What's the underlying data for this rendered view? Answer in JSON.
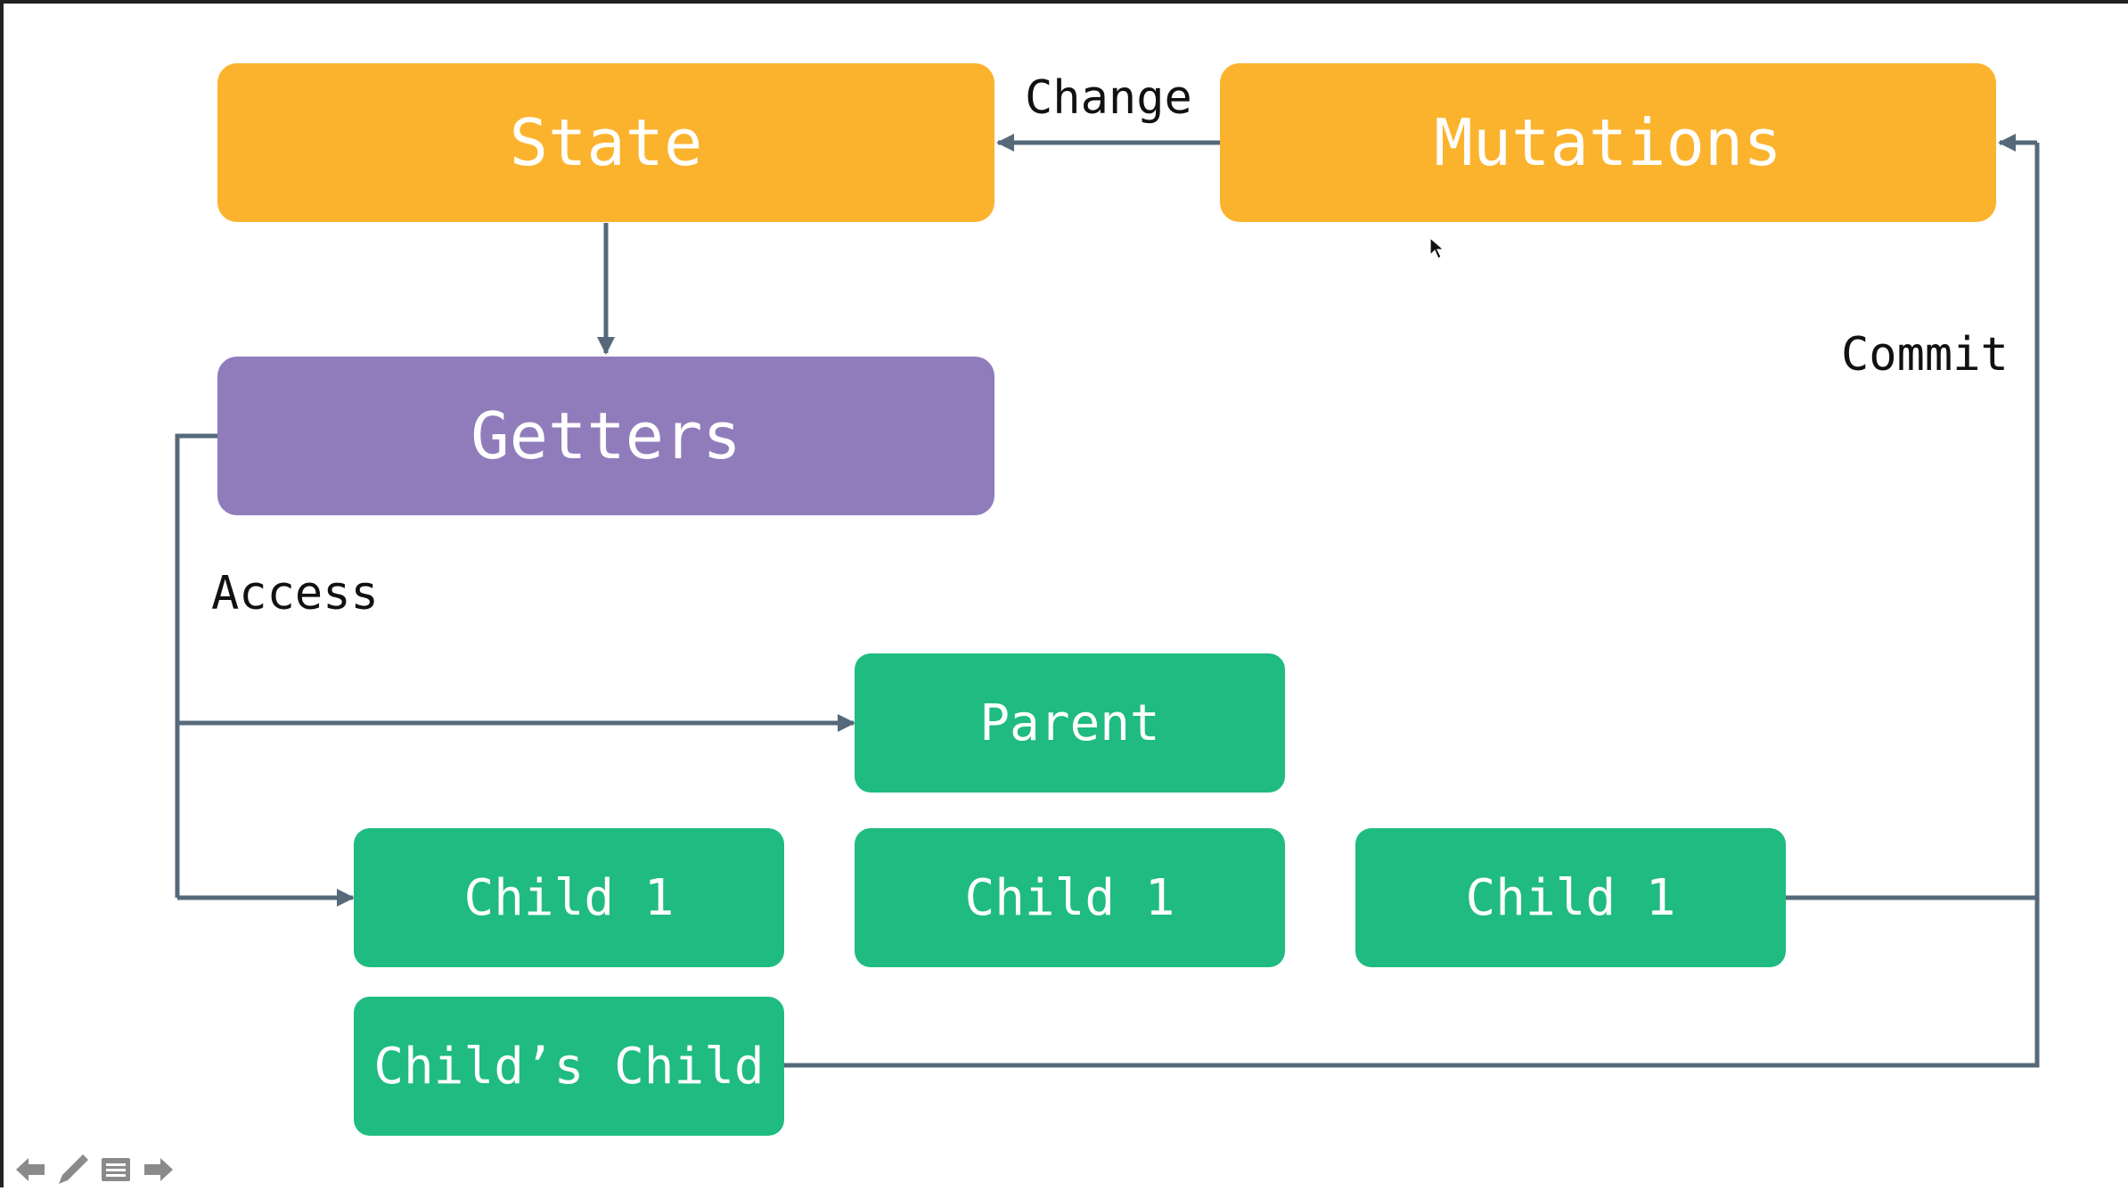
{
  "colors": {
    "store": "#fbb32e",
    "getters": "#907cbb",
    "component": "#1fbb81",
    "connector": "#56697a"
  },
  "nodes": {
    "state": "State",
    "mutations": "Mutations",
    "getters": "Getters",
    "parent": "Parent",
    "child_left": "Child 1",
    "child_middle": "Child 1",
    "child_right": "Child 1",
    "childs_child": "Child’s Child"
  },
  "edge_labels": {
    "change": "Change",
    "commit": "Commit",
    "access": "Access"
  },
  "toolbar": {
    "icons": [
      "arrow-left-icon",
      "pencil-icon",
      "menu-icon",
      "arrow-right-icon"
    ]
  }
}
